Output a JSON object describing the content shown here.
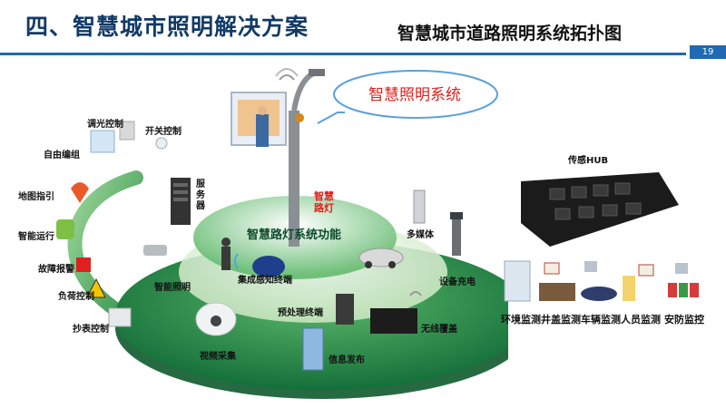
{
  "header": {
    "title": "四、智慧城市照明解决方案",
    "subtitle": "智慧城市道路照明系统拓扑图",
    "page_number": "19"
  },
  "bubble": {
    "text": "智慧照明系统"
  },
  "center": {
    "lamp_label": "智慧路灯",
    "ring_title": "智慧路灯系统功能",
    "sensing_terminal": "集成感知终端"
  },
  "left_items": {
    "dimming": "调光控制",
    "switch": "开关控制",
    "grouping": "自由编组",
    "map": "地图指引",
    "run": "智能运行",
    "fault": "故障报警",
    "load": "负荷控制",
    "meter": "抄表控制"
  },
  "ring_items": {
    "server": "服务器",
    "lighting": "智能照明",
    "multimedia": "多媒体",
    "charging": "设备充电",
    "preprocess": "预处理终端",
    "wireless": "无线覆盖",
    "video": "视频采集",
    "info": "信息发布"
  },
  "hub": {
    "label": "传感HUB",
    "monitors": [
      "环境监测",
      "井盖监测",
      "车辆监测",
      "人员监测",
      "安防监控"
    ]
  },
  "colors": {
    "title_blue": "#123a66",
    "accent_blue": "#1f6ab2",
    "ring_dark": "#1b7a3e",
    "ring_mid": "#4aa55a",
    "ring_light": "#c9e8b8",
    "alert_red": "#e0201b"
  }
}
